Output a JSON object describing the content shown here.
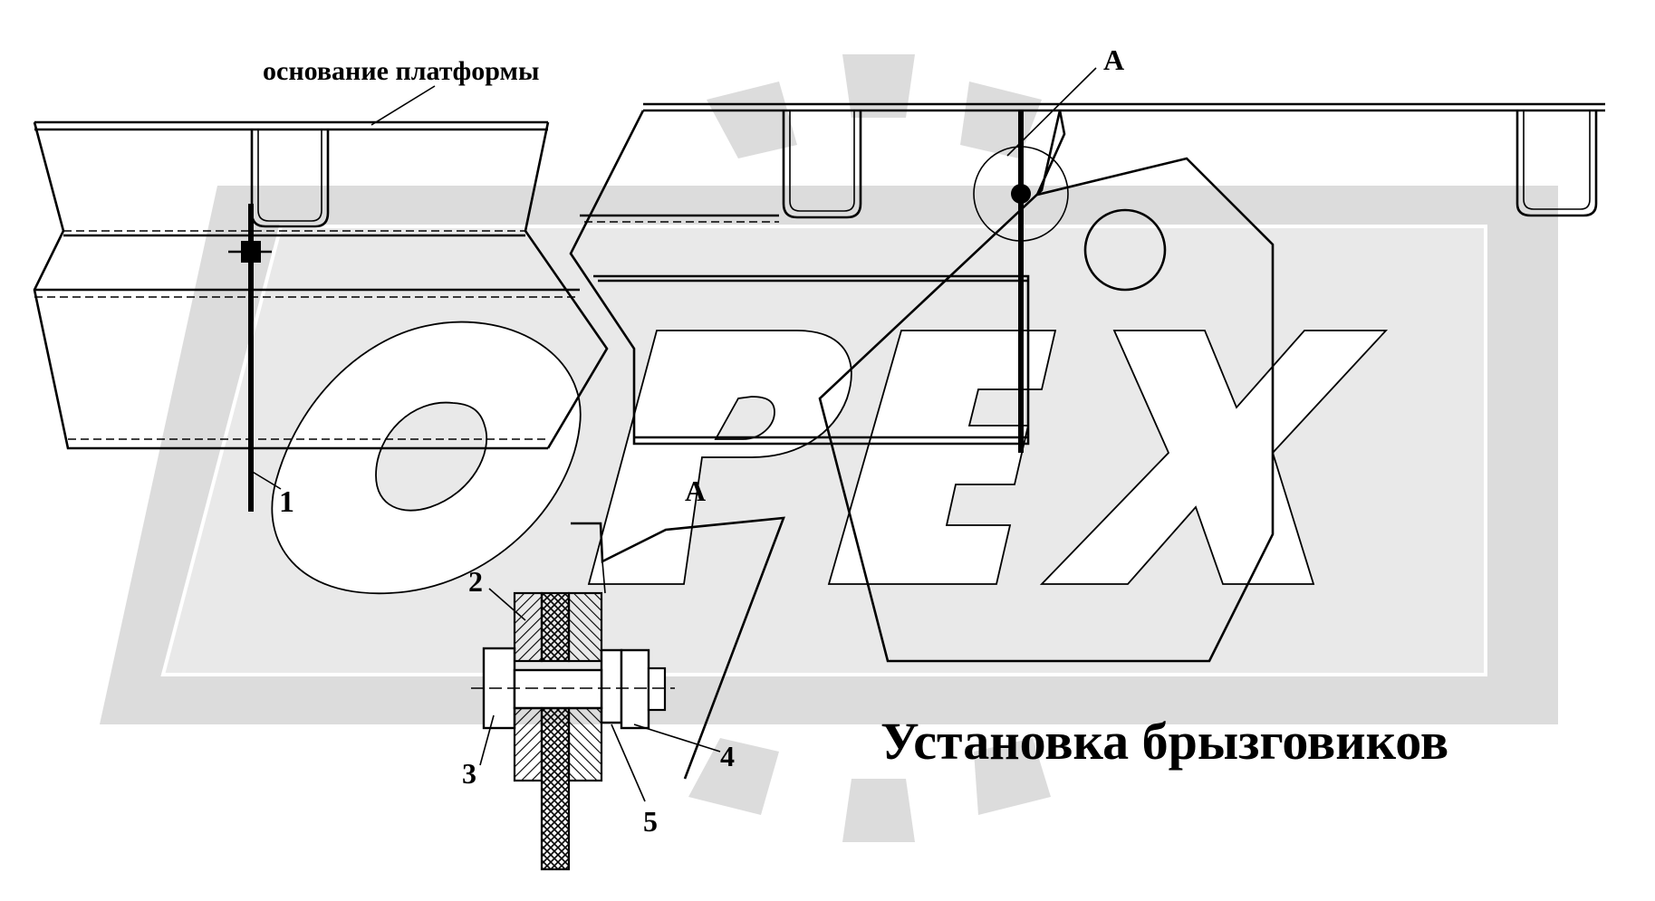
{
  "diagram": {
    "title": "Установка брызговиков",
    "platform_label": "основание платформы",
    "view_marker": "А",
    "detail_label": "А",
    "callouts": [
      "1",
      "2",
      "3",
      "4",
      "5"
    ]
  },
  "watermark": {
    "text": "ОРЕХ",
    "color": "#d9d9d9",
    "depiction": "gear-shaped logo with large outlined letters"
  },
  "colors": {
    "background": "#ffffff",
    "line": "#000000",
    "watermark": "#dcdcdc"
  }
}
